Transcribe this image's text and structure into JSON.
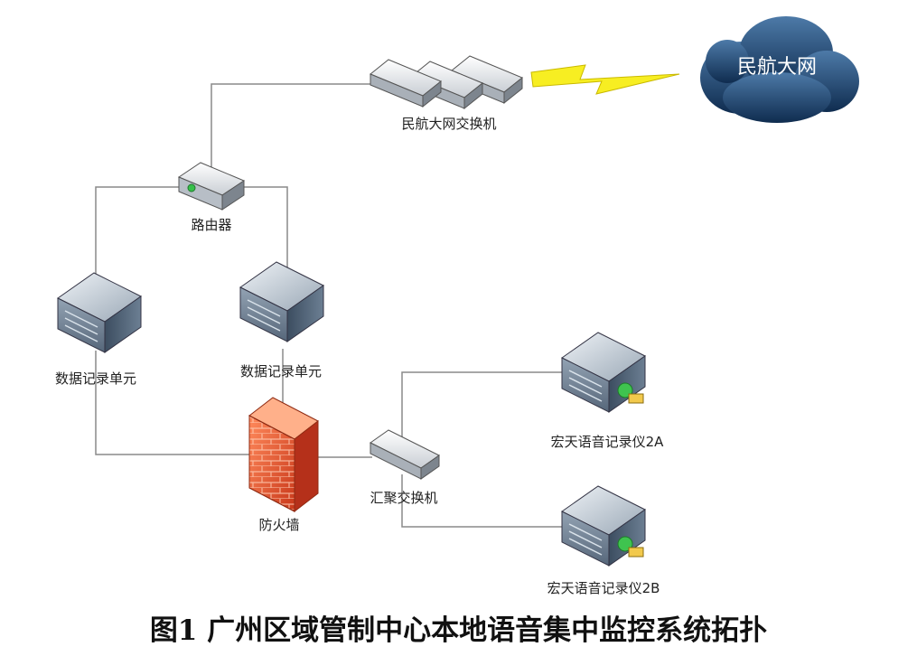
{
  "cloud": {
    "label": "民航大网"
  },
  "nodes": {
    "switch_top": "民航大网交换机",
    "router": "路由器",
    "recorder_left": "数据记录单元",
    "recorder_mid": "数据记录单元",
    "firewall": "防火墙",
    "switch_agg": "汇聚交换机",
    "voice_2a": "宏天语音记录仪2A",
    "voice_2b": "宏天语音记录仪2B"
  },
  "caption": "图1  广州区域管制中心本地语音集中监控系统拓扑"
}
